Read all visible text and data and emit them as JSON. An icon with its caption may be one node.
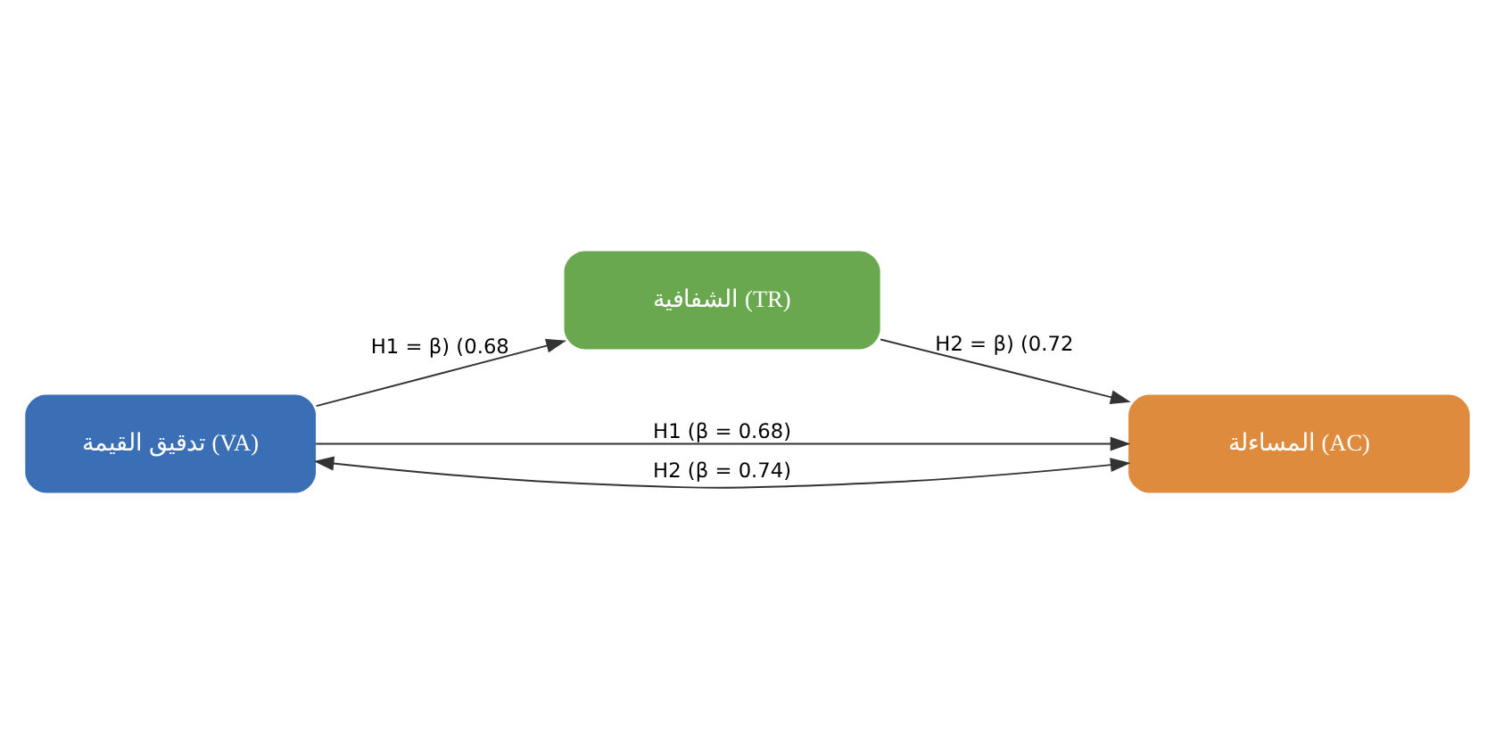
{
  "diagram": {
    "nodes": [
      {
        "text": [
          "تدقيق القيمة (VA)"
        ]
      },
      {
        "text": [
          "الشفافية (TR)"
        ]
      },
      {
        "text": [
          "المساءلة (AC)"
        ]
      }
    ],
    "edges": [
      {
        "from": 0,
        "to": 2,
        "arrow": "to",
        "label": "H1 (β = 0.68)"
      },
      {
        "from": 0,
        "to": 1,
        "arrow": "to",
        "label": "H1 = β) (0.68"
      },
      {
        "from": 1,
        "to": 2,
        "arrow": "to",
        "label": "H2 = β) (0.72"
      },
      {
        "from": 0,
        "to": 2,
        "arrow": "both",
        "label": "H2 (β = 0.74)"
      }
    ]
  }
}
